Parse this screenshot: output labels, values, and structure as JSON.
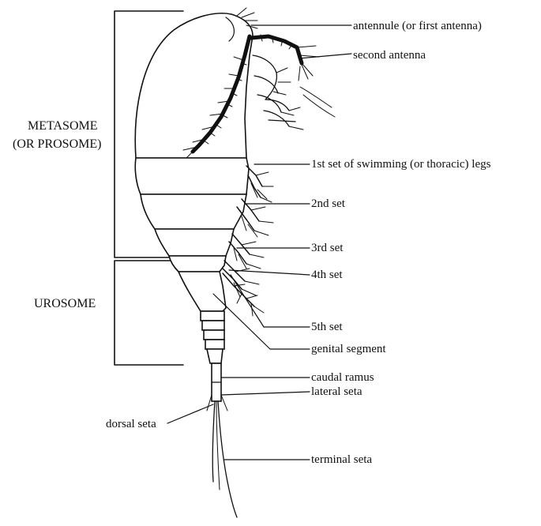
{
  "labels": {
    "antennule": "antennule (or first antenna)",
    "second_antenna": "second antenna",
    "metasome_1": "METASOME",
    "metasome_2": "(OR PROSOME)",
    "leg1": "1st set of swimming (or thoracic) legs",
    "leg2": "2nd set",
    "leg3": "3rd set",
    "leg4": "4th set",
    "urosome": "UROSOME",
    "leg5": "5th set",
    "genital": "genital segment",
    "caudal": "caudal ramus",
    "lateral": "lateral seta",
    "dorsal": "dorsal seta",
    "terminal": "terminal seta"
  }
}
